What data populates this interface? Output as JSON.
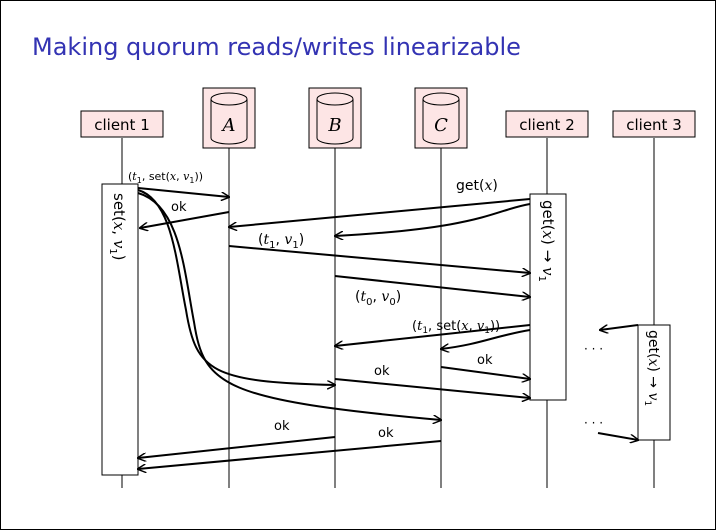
{
  "slide": {
    "title": "Making quorum reads/writes linearizable"
  },
  "participants": {
    "client1": "client 1",
    "replicaA": "A",
    "replicaB": "B",
    "replicaC": "C",
    "client2": "client 2",
    "client3": "client 3"
  },
  "messages": {
    "c1_set_request": {
      "time": "t",
      "sub": "1",
      "op": "set",
      "key": "x",
      "val": "v",
      "valsub": "1"
    },
    "ok_a_to_c1": "ok",
    "c2_get_request": {
      "op": "get",
      "key": "x"
    },
    "a_reply_to_c2": {
      "time": "t",
      "sub": "1",
      "val": "v",
      "valsub": "1"
    },
    "b_reply_to_c2": {
      "time": "t",
      "sub": "0",
      "val": "v",
      "valsub": "0"
    },
    "c2_writeback": {
      "time": "t",
      "sub": "1",
      "op": "set",
      "key": "x",
      "val": "v",
      "valsub": "1"
    },
    "ok_c_to_c2": "ok",
    "ok_b_to_c2": "ok",
    "ok_b_to_c1": "ok",
    "ok_c_to_c1": "ok"
  },
  "operations": {
    "client1_op": {
      "op": "set",
      "key": "x",
      "val": "v",
      "valsub": "1"
    },
    "client2_op": {
      "op": "get",
      "key": "x",
      "arrow": "→",
      "val": "v",
      "valsub": "1"
    },
    "client3_op": {
      "op": "get",
      "key": "x",
      "arrow": "→",
      "val": "v",
      "valsub": "1"
    }
  },
  "ellipsis": "· · ·"
}
